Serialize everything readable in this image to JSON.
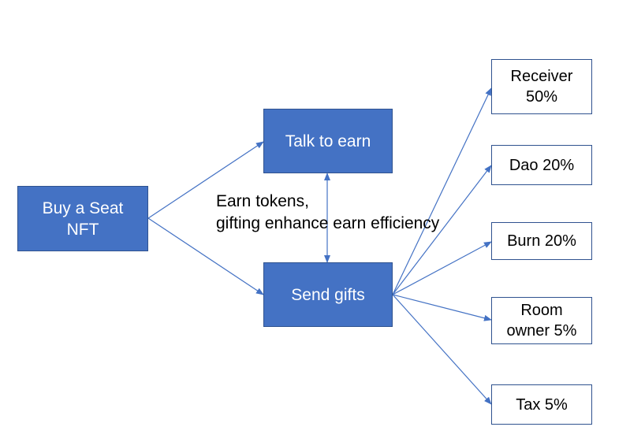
{
  "nodes": {
    "buy_seat": "Buy a Seat\nNFT",
    "talk_to_earn": "Talk to earn",
    "send_gifts": "Send gifts",
    "receiver": "Receiver\n50%",
    "dao": "Dao 20%",
    "burn": "Burn 20%",
    "room_owner": "Room\nowner 5%",
    "tax": "Tax 5%"
  },
  "annotation": {
    "line1": "Earn tokens,",
    "line2": "gifting enhance earn efficiency"
  },
  "colors": {
    "box_fill": "#4472c4",
    "box_border": "#2f528f",
    "arrow": "#4472c4",
    "text_on_blue": "#ffffff",
    "text_on_white": "#000000"
  }
}
